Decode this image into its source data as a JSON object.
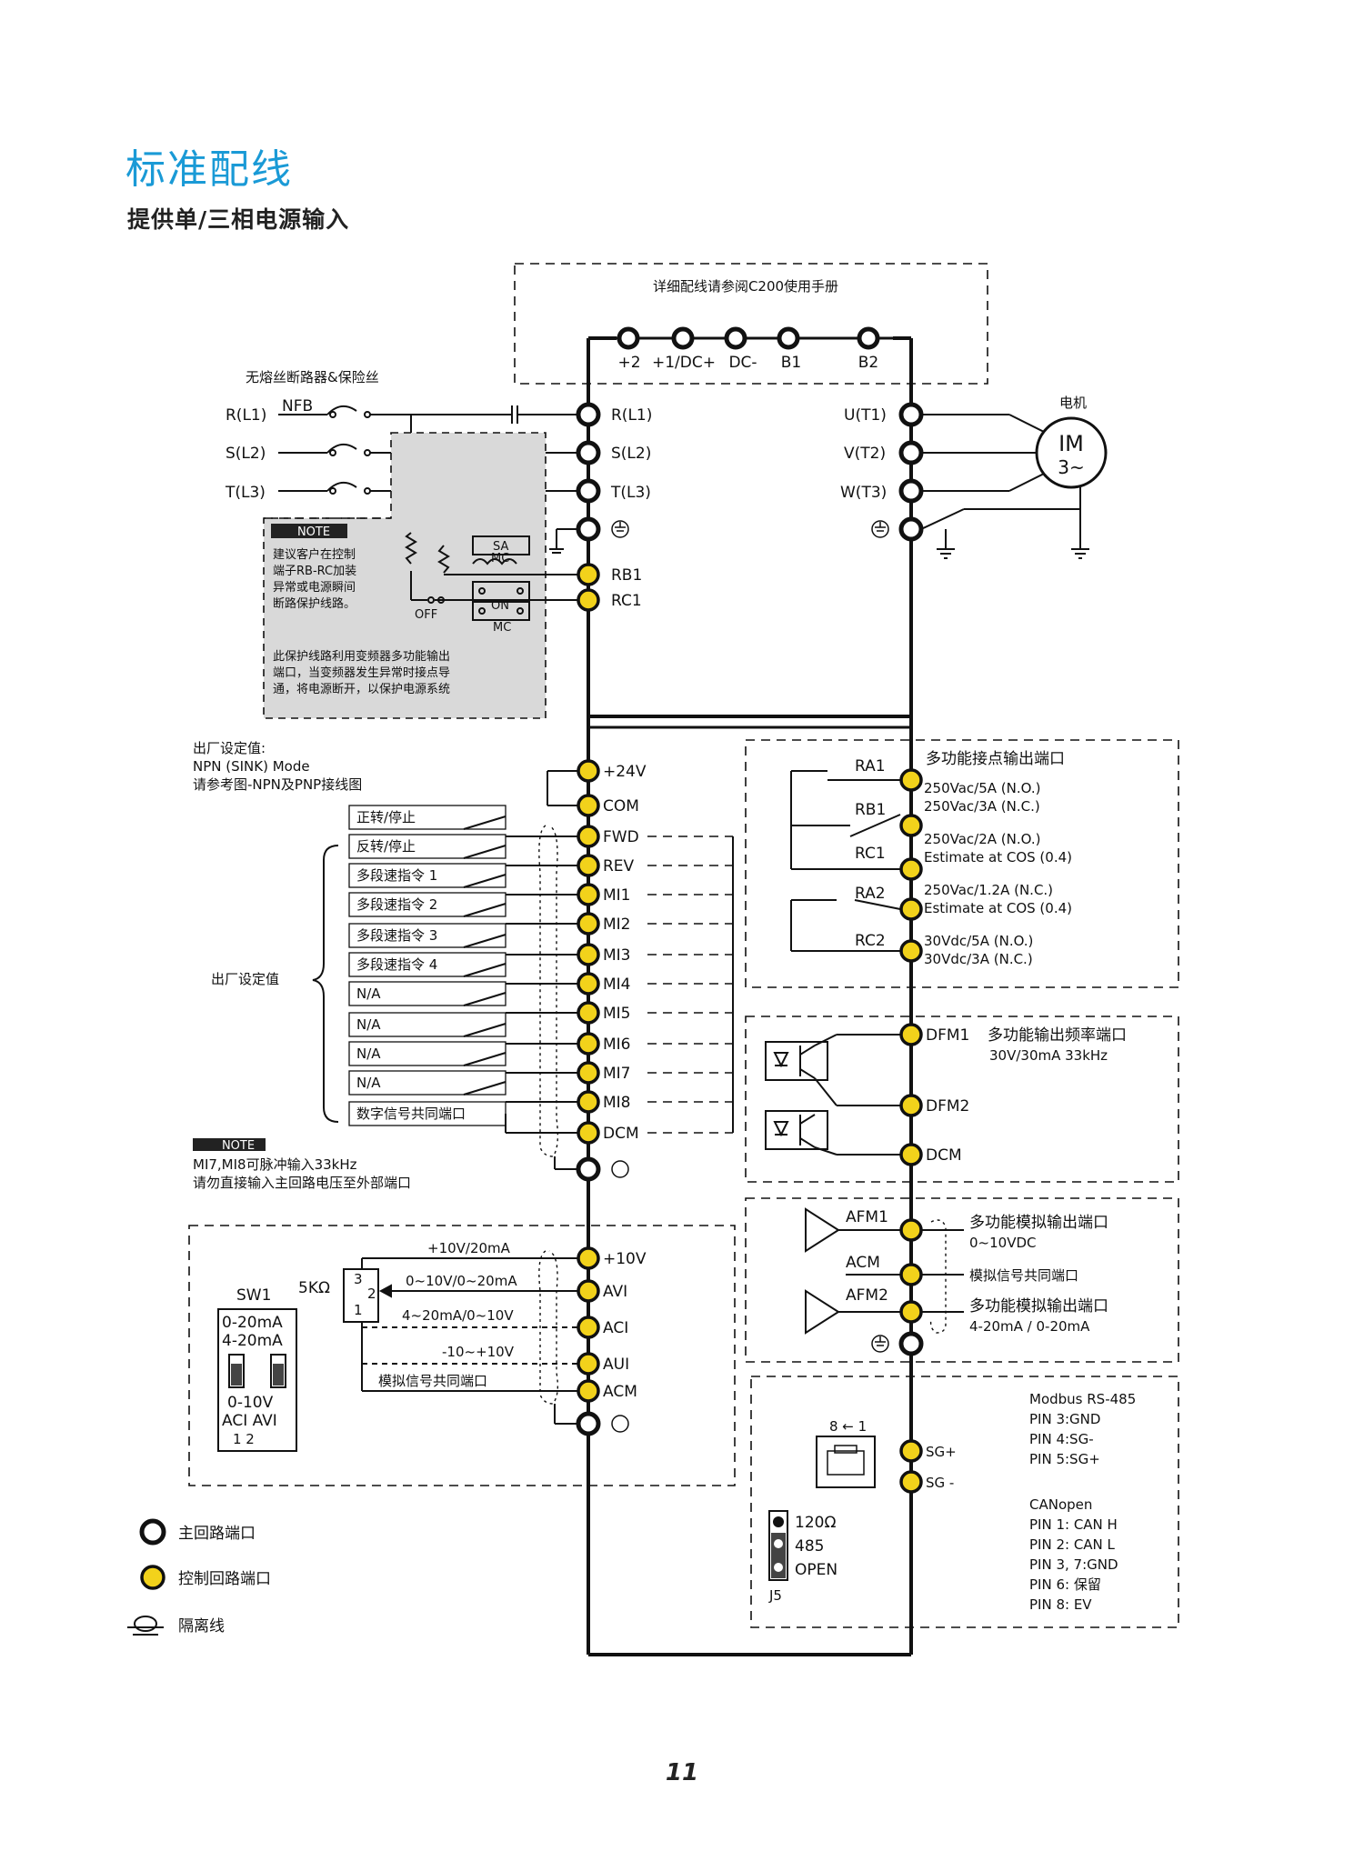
{
  "title": "标准配线",
  "subtitle": "提供单/三相电源输入",
  "page_number": "11",
  "power": {
    "header_note": "详细配线请参阅C200使用手册",
    "dc_terminals": [
      "+2",
      "+1/DC+",
      "DC-",
      "B1",
      "B2"
    ],
    "nfb_caption": "无熔丝断路器&保险丝",
    "nfb_label": "NFB",
    "inputs": [
      "R(L1)",
      "S(L2)",
      "T(L3)"
    ],
    "drive_inputs": [
      "R(L1)",
      "S(L2)",
      "T(L3)"
    ],
    "outputs": [
      "U(T1)",
      "V(T2)",
      "W(T3)"
    ],
    "motor_label": "电机",
    "motor_text": "IM",
    "motor_sub": "3~",
    "relay_terms": [
      "RB1",
      "RC1"
    ],
    "note_tag": "NOTE",
    "note1_lines": [
      "建议客户在控制",
      "端子RB-RC加装",
      "异常或电源瞬间",
      "断路保护线路。"
    ],
    "sa_label": "SA",
    "mc_label": "MC",
    "on_label": "ON",
    "off_label": "OFF",
    "mc_label2": "MC",
    "note2_lines": [
      "此保护线路利用变频器多功能输出",
      "端口，当变频器发生异常时接点导",
      "通，将电源断开，以保护电源系统"
    ]
  },
  "digital": {
    "factory_lines": [
      "出厂设定值:",
      "NPN (SINK) Mode",
      "请参考图-NPN及PNP接线图"
    ],
    "terminals": [
      "+24V",
      "COM",
      "FWD",
      "REV",
      "MI1",
      "MI2",
      "MI3",
      "MI4",
      "MI5",
      "MI6",
      "MI7",
      "MI8",
      "DCM"
    ],
    "switch_labels": [
      "正转/停止",
      "反转/停止",
      "多段速指令 1",
      "多段速指令 2",
      "多段速指令 3",
      "多段速指令 4",
      "N/A",
      "N/A",
      "N/A",
      "N/A",
      "数字信号共同端口"
    ],
    "bracket_label": "出厂设定值",
    "note_tag": "NOTE",
    "note_lines": [
      "MI7,MI8可脉冲输入33kHz",
      "请勿直接输入主回路电压至外部端口"
    ]
  },
  "analog": {
    "terminals": [
      "+10V",
      "AVI",
      "ACI",
      "AUI",
      "ACM"
    ],
    "wire_labels": [
      "+10V/20mA",
      "0~10V/0~20mA",
      "4~20mA/0~10V",
      "-10~+10V",
      "模拟信号共同端口"
    ],
    "pot_label": "5KΩ",
    "pot_pins": [
      "3",
      "2",
      "1"
    ],
    "sw_title": "SW1",
    "sw_lines": [
      "0-20mA",
      "4-20mA"
    ],
    "sw_bottom": [
      "0-10V",
      "ACI AVI",
      "1    2"
    ]
  },
  "relay": {
    "terminals": [
      "RA1",
      "RB1",
      "RC1",
      "RA2",
      "RC2"
    ],
    "title": "多功能接点输出端口",
    "specs": [
      "250Vac/5A (N.O.)",
      "250Vac/3A (N.C.)",
      "250Vac/2A (N.O.)",
      "Estimate at COS (0.4)",
      "250Vac/1.2A (N.C.)",
      "Estimate at COS (0.4)",
      "30Vdc/5A (N.O.)",
      "30Vdc/3A (N.C.)"
    ]
  },
  "pulse": {
    "terminals": [
      "DFM1",
      "DFM2",
      "DCM"
    ],
    "title": "多功能输出频率端口",
    "spec": "30V/30mA 33kHz"
  },
  "aout": {
    "terminals": [
      "AFM1",
      "ACM",
      "AFM2"
    ],
    "afm1_title": "多功能模拟输出端口",
    "afm1_range": "0~10VDC",
    "acm_desc": "模拟信号共同端口",
    "afm2_title": "多功能模拟输出端口",
    "afm2_range": "4-20mA / 0-20mA"
  },
  "comm": {
    "terminals": [
      "SG+",
      "SG -"
    ],
    "rj45_pins": "8 ← 1",
    "modbus_lines": [
      "Modbus RS-485",
      "PIN 3:GND",
      "PIN 4:SG-",
      "PIN 5:SG+"
    ],
    "canopen_lines": [
      "CANopen",
      "PIN 1: CAN H",
      "PIN 2: CAN L",
      "PIN 3, 7:GND",
      "PIN 6: 保留",
      "PIN 8: EV"
    ],
    "jumper_labels": [
      "120Ω",
      "485",
      "OPEN"
    ],
    "jumper_name": "J5"
  },
  "legend": [
    {
      "label": "主回路端口"
    },
    {
      "label": "控制回路端口"
    },
    {
      "label": "隔离线"
    }
  ]
}
